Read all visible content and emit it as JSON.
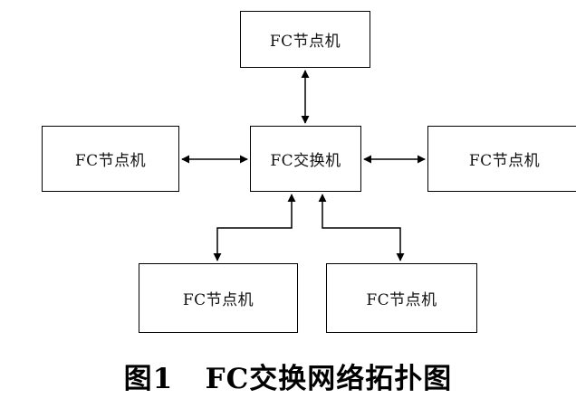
{
  "diagram": {
    "nodes": {
      "top": "FC节点机",
      "left": "FC节点机",
      "switch": "FC交换机",
      "right": "FC节点机",
      "bottom_left": "FC节点机",
      "bottom_right": "FC节点机"
    },
    "edges": [
      {
        "from": "switch",
        "to": "top",
        "direction": "both"
      },
      {
        "from": "switch",
        "to": "left",
        "direction": "both"
      },
      {
        "from": "switch",
        "to": "right",
        "direction": "both"
      },
      {
        "from": "switch",
        "to": "bottom_left",
        "direction": "both"
      },
      {
        "from": "switch",
        "to": "bottom_right",
        "direction": "both"
      }
    ],
    "caption": "图1   FC交换网络拓扑图"
  }
}
